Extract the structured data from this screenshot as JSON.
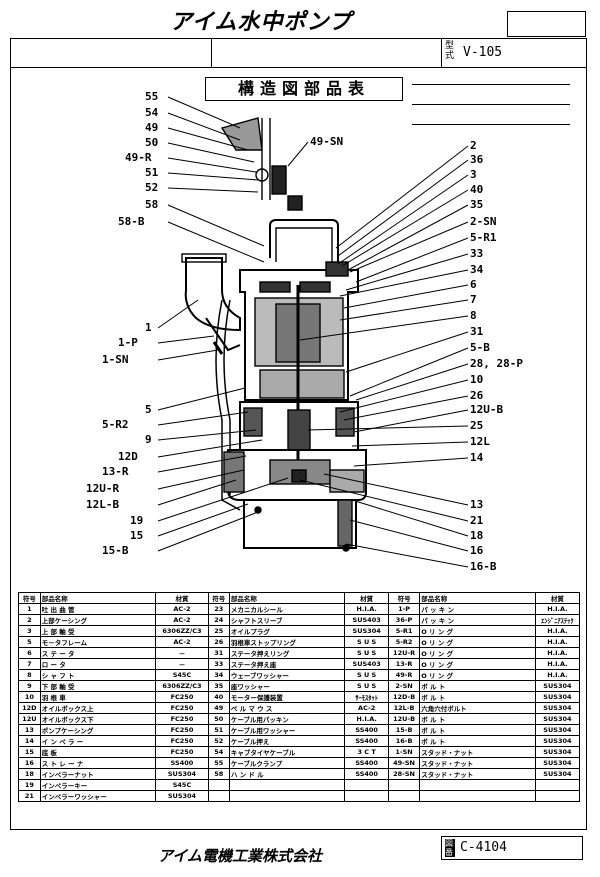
{
  "brand": "アイム水中ポンプ",
  "header": {
    "type_tag": "型式",
    "model": "V-105"
  },
  "parts_title": "構造図部品表",
  "callouts_left": [
    "55",
    "54",
    "49",
    "50",
    "49-R",
    "51",
    "52",
    "58",
    "58-B",
    "1",
    "1-P",
    "1-SN",
    "5",
    "5-R2",
    "9",
    "12D",
    "13-R",
    "12U-R",
    "12L-B",
    "19",
    "15",
    "15-B"
  ],
  "callout_top": "49-SN",
  "callouts_right": [
    "2",
    "36",
    "3",
    "40",
    "35",
    "2-SN",
    "5-R1",
    "33",
    "34",
    "6",
    "7",
    "8",
    "31",
    "5-B",
    "28, 28-P",
    "10",
    "26",
    "12U-B",
    "25",
    "12L",
    "14",
    "13",
    "21",
    "18",
    "16",
    "16-B"
  ],
  "table": {
    "headers": [
      "符号",
      "部品名称",
      "材質",
      "符号",
      "部品名称",
      "材質",
      "符号",
      "部品名称",
      "材質"
    ],
    "rows": [
      [
        "1",
        "吐 出 曲 管",
        "AC-2",
        "23",
        "メカニカルシール",
        "H.I.A.",
        "1-P",
        "パ ッ キ ン",
        "H.I.A."
      ],
      [
        "2",
        "上部ケーシング",
        "AC-2",
        "24",
        "シャフトスリーブ",
        "SUS403",
        "36-P",
        "パ ッ キ ン",
        "ｴﾝｼﾞﾆｱｽﾃｯｸ"
      ],
      [
        "3",
        "上 部 軸 受",
        "6306ZZ/C3",
        "25",
        "オイルプラグ",
        "SUS304",
        "5-R1",
        "O リ ン グ",
        "H.I.A."
      ],
      [
        "5",
        "モ－タフレーム",
        "AC-2",
        "26",
        "羽根車ストップリング",
        "S U S",
        "5-R2",
        "O リ ン グ",
        "H.I.A."
      ],
      [
        "6",
        "ス テ ー タ",
        "－",
        "31",
        "ステータ押えリング",
        "S U S",
        "12U-R",
        "O リ ン グ",
        "H.I.A."
      ],
      [
        "7",
        "ロ ー タ",
        "－",
        "33",
        "ステータ押え座",
        "SUS403",
        "13-R",
        "O リ ン グ",
        "H.I.A."
      ],
      [
        "8",
        "シ ャ フ ト",
        "S45C",
        "34",
        "ウェーブワッシャー",
        "S U S",
        "49-R",
        "O リ ン グ",
        "H.I.A."
      ],
      [
        "9",
        "下 部 軸 受",
        "6306ZZ/C3",
        "35",
        "座ワッシャー",
        "S U S",
        "2-SN",
        "ボ ル ト",
        "SUS304"
      ],
      [
        "10",
        "羽 根 車",
        "FC250",
        "40",
        "モーター保護装置",
        "ｻｰﾓｽﾀｯﾄ",
        "12D-B",
        "ボ ル ト",
        "SUS304"
      ],
      [
        "12D",
        "オイルボックス上",
        "FC250",
        "49",
        "ベ ル マ ウ ス",
        "AC-2",
        "12L-B",
        "六角穴付ボルト",
        "SUS304"
      ],
      [
        "12U",
        "オイルボックス下",
        "FC250",
        "50",
        "ケーブル用パッキン",
        "H.I.A.",
        "12U-B",
        "ボ ル ト",
        "SUS304"
      ],
      [
        "13",
        "ポンプケーシング",
        "FC250",
        "51",
        "ケーブル用ワッシャー",
        "SS400",
        "15-B",
        "ボ ル ト",
        "SUS304"
      ],
      [
        "14",
        "イ ン ペ ラ ー",
        "FC250",
        "52",
        "ケーブル押え",
        "SS400",
        "16-B",
        "ボ ル ト",
        "SUS304"
      ],
      [
        "15",
        "底 板",
        "FC250",
        "54",
        "キャブタイヤケーブル",
        "3 C T",
        "1-SN",
        "スタッド・ナット",
        "SUS304"
      ],
      [
        "16",
        "ス ト レ ー ナ",
        "SS400",
        "55",
        "ケーブルクランプ",
        "SS400",
        "49-SN",
        "スタッド・ナット",
        "SUS304"
      ],
      [
        "18",
        "インペラーナット",
        "SUS304",
        "58",
        "ハ ン ド ル",
        "SS400",
        "28-SN",
        "スタッド・ナット",
        "SUS304"
      ],
      [
        "19",
        "インペラーキー",
        "S45C",
        "",
        "",
        "",
        "",
        "",
        ""
      ],
      [
        "21",
        "インペラーワッシャー",
        "SUS304",
        "",
        "",
        "",
        "",
        "",
        ""
      ]
    ]
  },
  "footer": {
    "company": "アイム電機工業株式会社",
    "drawing_tag": "図番",
    "drawing_no": "C-4104"
  }
}
